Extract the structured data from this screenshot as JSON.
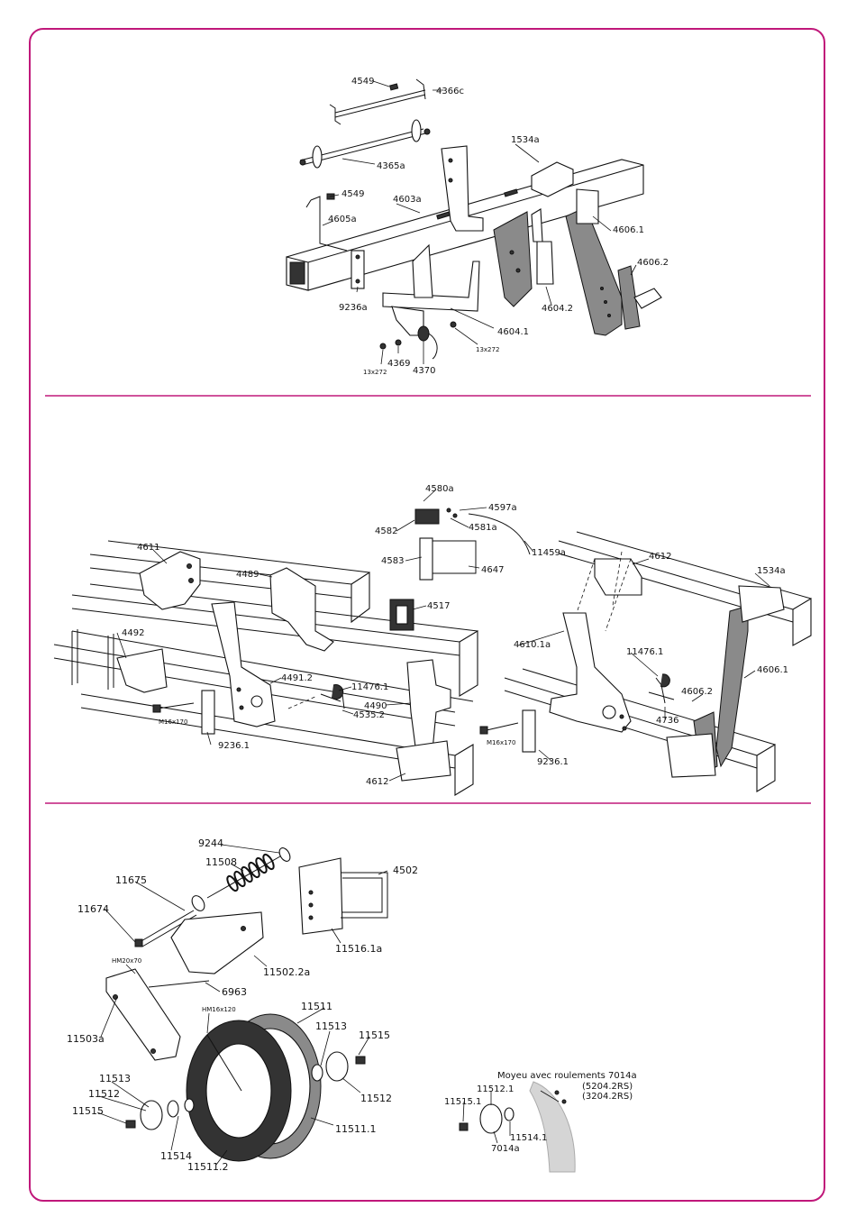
{
  "colors": {
    "frame": "#c0187a",
    "ink": "#111111",
    "divider": "#c0187a"
  },
  "section1": {
    "labels": {
      "p4549a": "4549",
      "p4366c": "4366c",
      "p4365a": "4365a",
      "p1534a": "1534a",
      "p4549b": "4549",
      "p4603a": "4603a",
      "p4605a": "4605a",
      "p4606_1": "4606.1",
      "p4606_2": "4606.2",
      "p9236a": "9236a",
      "p4604_2": "4604.2",
      "p4604_1": "4604.1",
      "p13x272a": "13x272",
      "p13x272b": "13x272",
      "p4369": "4369",
      "p4370": "4370"
    }
  },
  "section2": {
    "labels": {
      "p4580a": "4580a",
      "p4597a": "4597a",
      "p4582": "4582",
      "p4581a": "4581a",
      "p11459a": "11459a",
      "p4583": "4583",
      "p4647": "4647",
      "p4517": "4517",
      "p4611": "4611",
      "p4489": "4489",
      "p4492": "4492",
      "p4491_2": "4491.2",
      "p11476_1a": "11476.1",
      "p4535_2": "4535.2",
      "p4490": "4490",
      "pM16a": "M16x170",
      "p9236_1a": "9236.1",
      "p4612a": "4612",
      "p4612b": "4612",
      "p1534a": "1534a",
      "p4610_1a": "4610.1a",
      "p11476_1b": "11476.1",
      "p4606_1": "4606.1",
      "p4606_2": "4606.2",
      "p4736": "4736",
      "pM16b": "M16x170",
      "p9236_1b": "9236.1"
    }
  },
  "section3": {
    "labels": {
      "p9244": "9244",
      "p11508": "11508",
      "p4502": "4502",
      "p11675": "11675",
      "p11674": "11674",
      "p11516_1a": "11516.1a",
      "p11502_2a": "11502.2a",
      "pHM20": "HM20x70",
      "p6963": "6963",
      "p11503a": "11503a",
      "pHM16": "HM16x120",
      "p11511": "11511",
      "p11513a": "11513",
      "p11515a": "11515",
      "p11512a": "11512",
      "p11513b": "11513",
      "p11512b": "11512",
      "p11515b": "11515",
      "p11514": "11514",
      "p11511_1": "11511.1",
      "p11511_2": "11511.2"
    },
    "hub": {
      "title": "Moyeu avec roulements 7014a",
      "bearing1": "(5204.2RS)",
      "bearing2": "(3204.2RS)",
      "p11515_1": "11515.1",
      "p11512_1": "11512.1",
      "p11514_1": "11514.1",
      "p7014a": "7014a"
    }
  }
}
